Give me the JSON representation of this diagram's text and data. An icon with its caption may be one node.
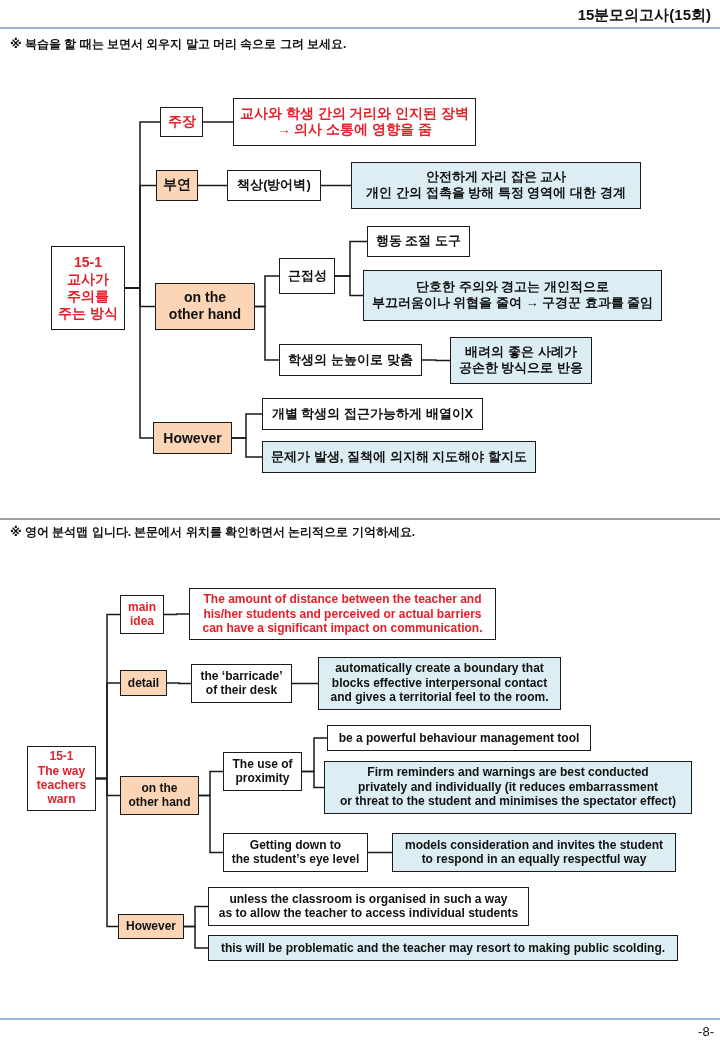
{
  "diagram": {
    "nodes": [
      {
        "text": [
          "15-1 교사가 주의를 주는 방식"
        ]
      },
      {
        "text": [
          "주장"
        ]
      },
      {
        "text": [
          "교사와 학생 간의 거리와 인지된 장벽 → 의사 소통에 영향을 줌"
        ]
      },
      {
        "text": [
          "부연"
        ]
      },
      {
        "text": [
          "책상(방어벽)"
        ]
      },
      {
        "text": [
          "안전하게 자리 잡은 교사 개인 간의 접촉을 방해 특정 영역에 대한 경계"
        ]
      },
      {
        "text": [
          "on the other hand"
        ]
      },
      {
        "text": [
          "근접성"
        ]
      },
      {
        "text": [
          "행동 조절 도구"
        ]
      },
      {
        "text": [
          "단호한 주의와 경고는 개인적으로 부끄러움이나 위협을 줄여 → 구경꾼 효과를 줄임"
        ]
      },
      {
        "text": [
          "학생의 눈높이로 맞춤"
        ]
      },
      {
        "text": [
          "배려의 좋은 사례가 공손한 방식으로 반응"
        ]
      },
      {
        "text": [
          "However"
        ]
      },
      {
        "text": [
          "개별 학생의 접근가능하게 배열이X"
        ]
      },
      {
        "text": [
          "문제가 발생, 질책에 의지해 지도해야 할지도"
        ]
      },
      {
        "text": [
          "15-1 The way teachers warn"
        ]
      },
      {
        "text": [
          "main idea"
        ]
      },
      {
        "text": [
          "The amount of distance between the teacher and his/her students and perceived or actual barriers can have a significant impact on communication."
        ]
      },
      {
        "text": [
          "detail"
        ]
      },
      {
        "text": [
          "the ‘barricade’ of their desk"
        ]
      },
      {
        "text": [
          "automatically create a boundary that blocks effective interpersonal contact and gives a territorial feel to the room."
        ]
      },
      {
        "text": [
          "on the other hand"
        ]
      },
      {
        "text": [
          "The use of proximity"
        ]
      },
      {
        "text": [
          "be a powerful behaviour management tool"
        ]
      },
      {
        "text": [
          "Firm reminders and warnings are best conducted privately and individually (it reduces embarrassment or threat to the student and minimises the spectator effect)"
        ]
      },
      {
        "text": [
          "Getting down to the student’s eye level"
        ]
      },
      {
        "text": [
          "models consideration and invites the student to respond in an equally respectful way"
        ]
      },
      {
        "text": [
          "However"
        ]
      },
      {
        "text": [
          "unless the classroom is organised in such a way as to allow the teacher to access individual students"
        ]
      },
      {
        "text": [
          "this will be problematic and the teacher may resort to making public scolding."
        ]
      }
    ],
    "edges": [
      {
        "from": 0,
        "to": 1,
        "arrow": "none"
      },
      {
        "from": 0,
        "to": 3,
        "arrow": "none"
      },
      {
        "from": 0,
        "to": 6,
        "arrow": "none"
      },
      {
        "from": 0,
        "to": 12,
        "arrow": "none"
      },
      {
        "from": 1,
        "to": 2,
        "arrow": "none"
      },
      {
        "from": 3,
        "to": 4,
        "arrow": "none"
      },
      {
        "from": 4,
        "to": 5,
        "arrow": "none"
      },
      {
        "from": 6,
        "to": 7,
        "arrow": "none"
      },
      {
        "from": 6,
        "to": 10,
        "arrow": "none"
      },
      {
        "from": 7,
        "to": 8,
        "arrow": "none"
      },
      {
        "from": 7,
        "to": 9,
        "arrow": "none"
      },
      {
        "from": 10,
        "to": 11,
        "arrow": "none"
      },
      {
        "from": 12,
        "to": 13,
        "arrow": "none"
      },
      {
        "from": 12,
        "to": 14,
        "arrow": "none"
      },
      {
        "from": 15,
        "to": 16,
        "arrow": "none"
      },
      {
        "from": 15,
        "to": 18,
        "arrow": "none"
      },
      {
        "from": 15,
        "to": 21,
        "arrow": "none"
      },
      {
        "from": 15,
        "to": 27,
        "arrow": "none"
      },
      {
        "from": 16,
        "to": 17,
        "arrow": "none"
      },
      {
        "from": 18,
        "to": 19,
        "arrow": "none"
      },
      {
        "from": 19,
        "to": 20,
        "arrow": "none"
      },
      {
        "from": 21,
        "to": 22,
        "arrow": "none"
      },
      {
        "from": 21,
        "to": 25,
        "arrow": "none"
      },
      {
        "from": 22,
        "to": 23,
        "arrow": "none"
      },
      {
        "from": 22,
        "to": 24,
        "arrow": "none"
      },
      {
        "from": 25,
        "to": 26,
        "arrow": "none"
      },
      {
        "from": 27,
        "to": 28,
        "arrow": "none"
      },
      {
        "from": 27,
        "to": 29,
        "arrow": "none"
      }
    ],
    "labels": [
      "15분모의고사(15회)",
      "※ 복습을 할 때는 보면서 외우지 말고 머리 속으로 그려 보세요.",
      "※ 영어 분석맵 입니다. 본문에서 위치를 확인하면서 논리적으로 기억하세요.",
      "-8-"
    ]
  }
}
